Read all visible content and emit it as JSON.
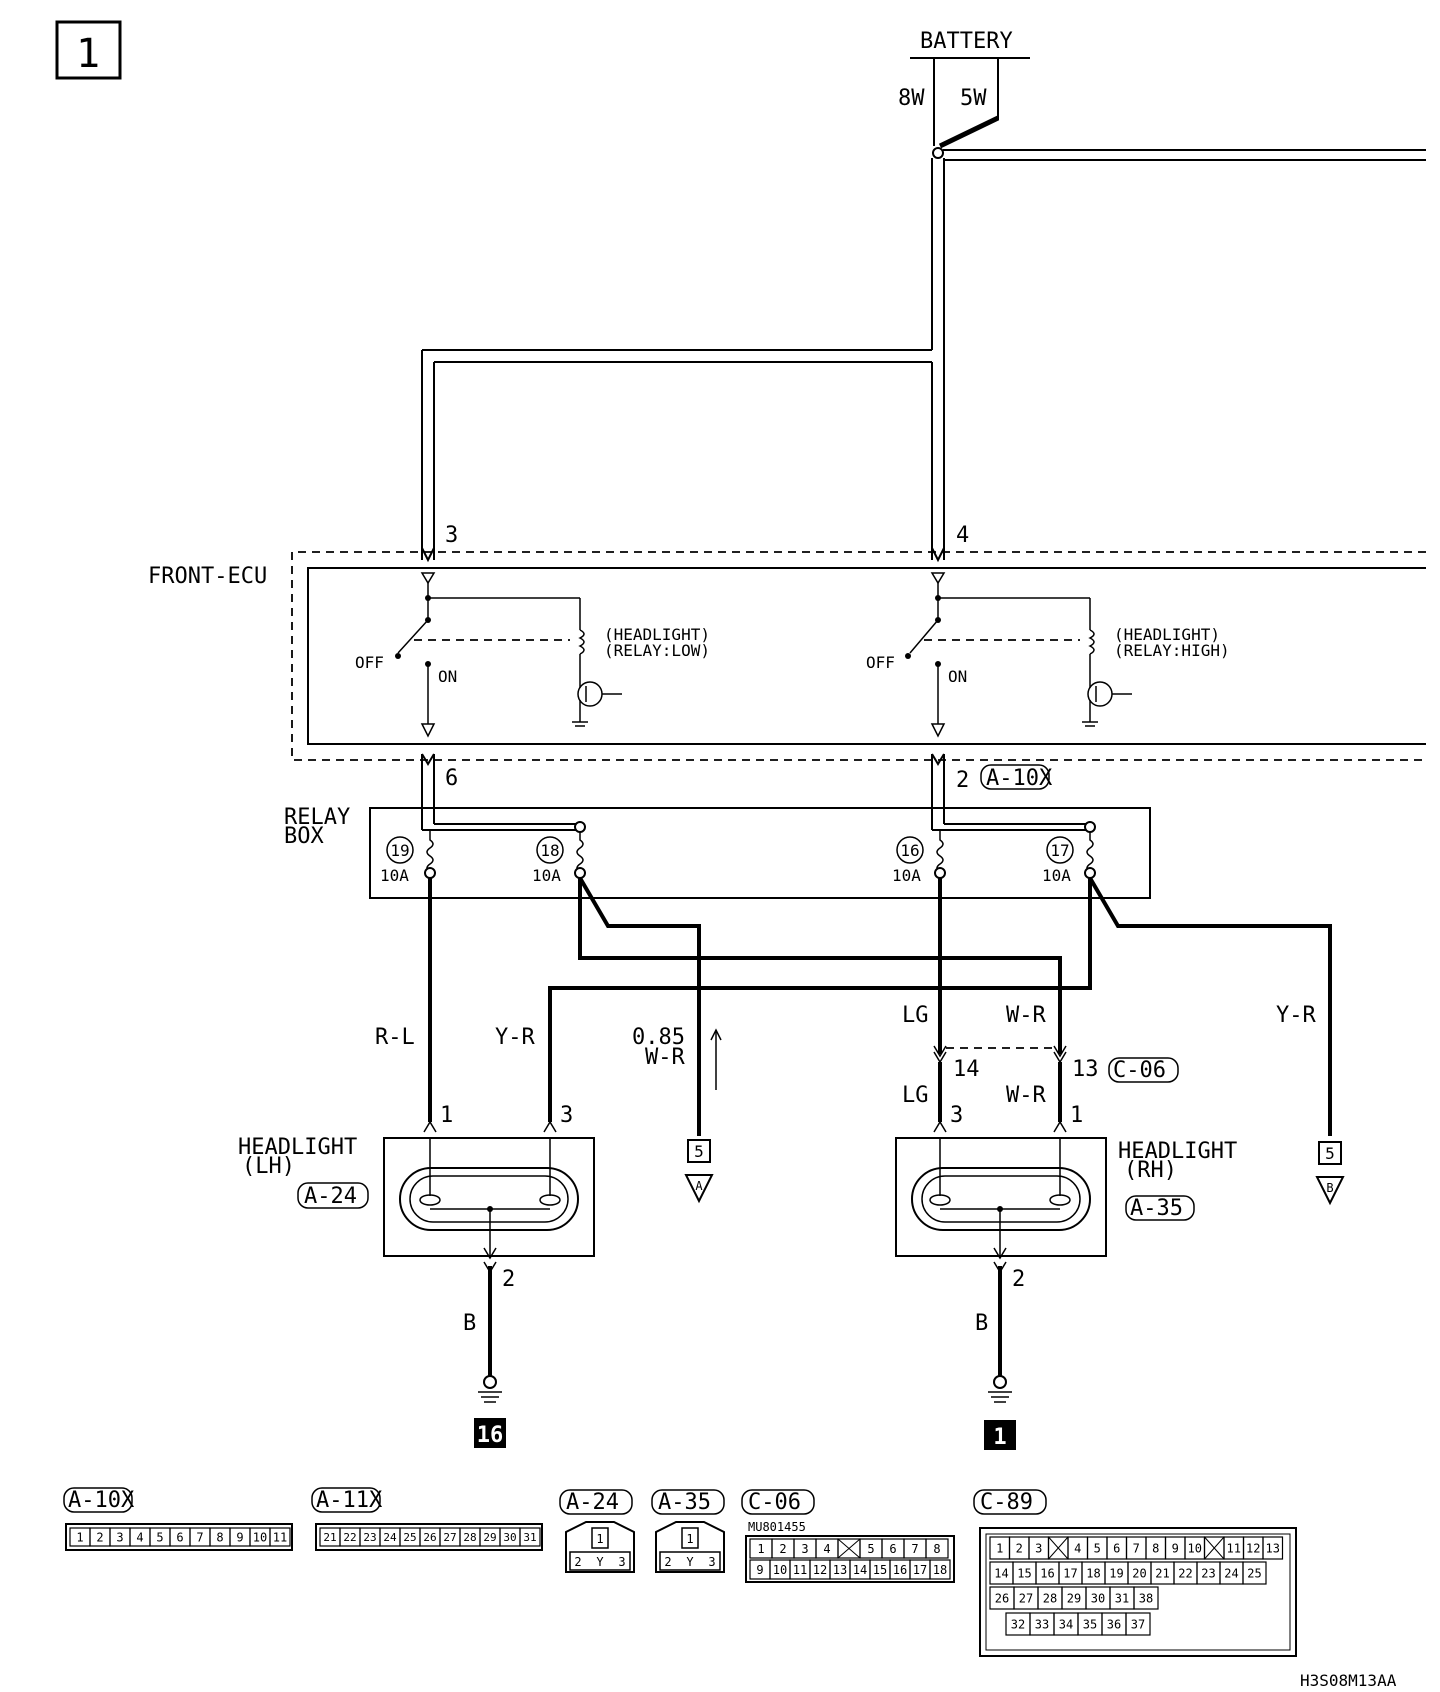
{
  "page_number": "1",
  "battery": {
    "label": "BATTERY",
    "wire_left": "8W",
    "wire_right": "5W"
  },
  "front_ecu": {
    "label": "FRONT-ECU",
    "pin_in_left": "3",
    "pin_in_right": "4",
    "pin_out_left": "6",
    "pin_out_right": "2",
    "out_connector": "A-10X",
    "relay_low_line1": "(HEADLIGHT)",
    "relay_low_line2": "(RELAY:LOW)",
    "relay_high_line1": "(HEADLIGHT)",
    "relay_high_line2": "(RELAY:HIGH)",
    "off": "OFF",
    "on": "ON"
  },
  "relay_box": {
    "label_line1": "RELAY",
    "label_line2": "BOX",
    "fuses": [
      {
        "num": "19",
        "rating": "10A"
      },
      {
        "num": "18",
        "rating": "10A"
      },
      {
        "num": "16",
        "rating": "10A"
      },
      {
        "num": "17",
        "rating": "10A"
      }
    ]
  },
  "wires": {
    "rl": "R-L",
    "yr_left": "Y-R",
    "gauge": "0.85",
    "wr_mid": "W-R",
    "lg_top": "LG",
    "wr_top": "W-R",
    "yr_right": "Y-R",
    "lg_bottom": "LG",
    "wr_bottom": "W-R",
    "b_left": "B",
    "b_right": "B"
  },
  "c06": {
    "pin_left": "14",
    "pin_right": "13",
    "connector": "C-06"
  },
  "headlight_lh": {
    "label_line1": "HEADLIGHT",
    "label_line2": "(LH)",
    "connector": "A-24",
    "pin1": "1",
    "pin3": "3",
    "pin2": "2"
  },
  "headlight_rh": {
    "label_line1": "HEADLIGHT",
    "label_line2": "(RH)",
    "connector": "A-35",
    "pin3": "3",
    "pin1": "1",
    "pin2": "2"
  },
  "refs": {
    "a_num": "5",
    "a_letter": "A",
    "b_num": "5",
    "b_letter": "B"
  },
  "grounds": {
    "left": "16",
    "right": "1"
  },
  "connector_legend": {
    "a10x": {
      "name": "A-10X",
      "pins": [
        "1",
        "2",
        "3",
        "4",
        "5",
        "6",
        "7",
        "8",
        "9",
        "10",
        "11"
      ]
    },
    "a11x": {
      "name": "A-11X",
      "pins": [
        "21",
        "22",
        "23",
        "24",
        "25",
        "26",
        "27",
        "28",
        "29",
        "30",
        "31"
      ]
    },
    "a24": {
      "name": "A-24",
      "pins": [
        "1",
        "2",
        "Y",
        "3"
      ]
    },
    "a35": {
      "name": "A-35",
      "pins": [
        "1",
        "2",
        "Y",
        "3"
      ]
    },
    "c06": {
      "name": "C-06",
      "part_no": "MU801455",
      "row1": [
        "1",
        "2",
        "3",
        "4",
        "",
        "5",
        "6",
        "7",
        "8"
      ],
      "row2": [
        "9",
        "10",
        "11",
        "12",
        "13",
        "14",
        "15",
        "16",
        "17",
        "18"
      ]
    },
    "c89": {
      "name": "C-89",
      "row1": [
        "1",
        "2",
        "3",
        "",
        "4",
        "5",
        "6",
        "7",
        "8",
        "9",
        "10",
        "",
        "11",
        "12",
        "13"
      ],
      "row2": [
        "14",
        "15",
        "16",
        "17",
        "18",
        "19",
        "20",
        "21",
        "22",
        "23",
        "24",
        "25"
      ],
      "row3": [
        "26",
        "27",
        "28",
        "29",
        "30",
        "31",
        "38"
      ],
      "row4": [
        "32",
        "33",
        "34",
        "35",
        "36",
        "37"
      ]
    }
  },
  "diagram_code": "H3S08M13AA"
}
